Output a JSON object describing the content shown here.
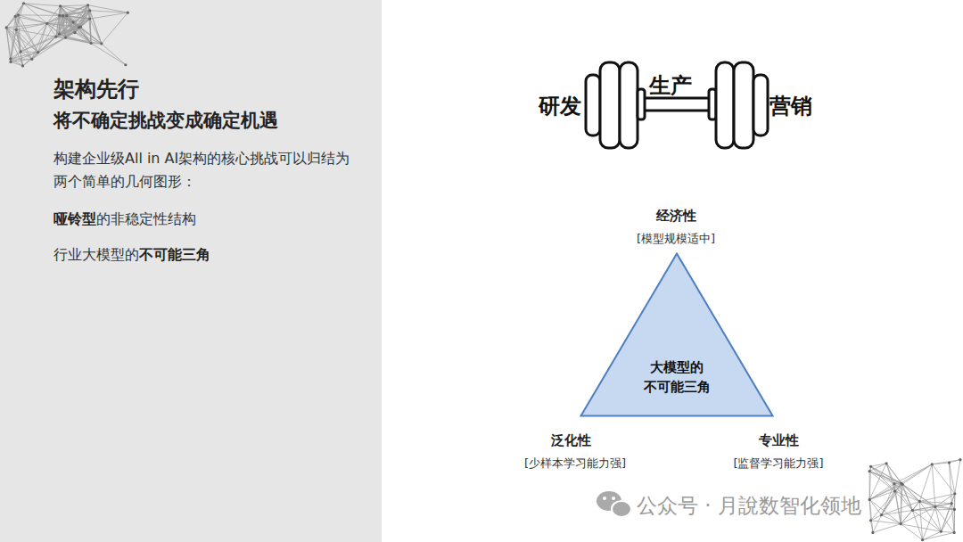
{
  "diagram": {
    "title": "架构先行",
    "nodes": [
      {
        "text": [
          "大模型的 不可能三角"
        ]
      }
    ],
    "labels": [
      "将不确定挑战变成确定机遇",
      "构建企业级All in AI架构的核心挑战可以归结为两个简单的几何图形：",
      "哑铃型",
      "的非稳定性结构",
      "行业大模型的",
      "不可能三角",
      "研发",
      "生产",
      "营销",
      "经济性",
      "[模型规模适中]",
      "泛化性",
      "[少样本学习能力强]",
      "专业性",
      "[监督学习能力强]",
      "公众号 · 月說数智化领地"
    ]
  }
}
